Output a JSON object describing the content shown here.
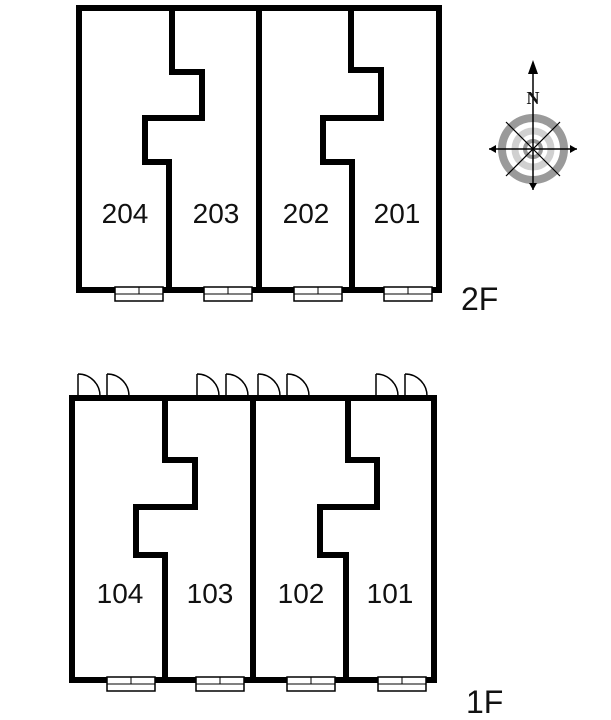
{
  "floors": [
    {
      "label": "2F",
      "units": [
        "204",
        "203",
        "202",
        "201"
      ]
    },
    {
      "label": "1F",
      "units": [
        "104",
        "103",
        "102",
        "101"
      ]
    }
  ],
  "compass": {
    "north": "N"
  },
  "colors": {
    "wall": "#000000",
    "ring_outer": "#9a9a9a",
    "ring_inner": "#d0d0d0",
    "background": "#ffffff"
  }
}
